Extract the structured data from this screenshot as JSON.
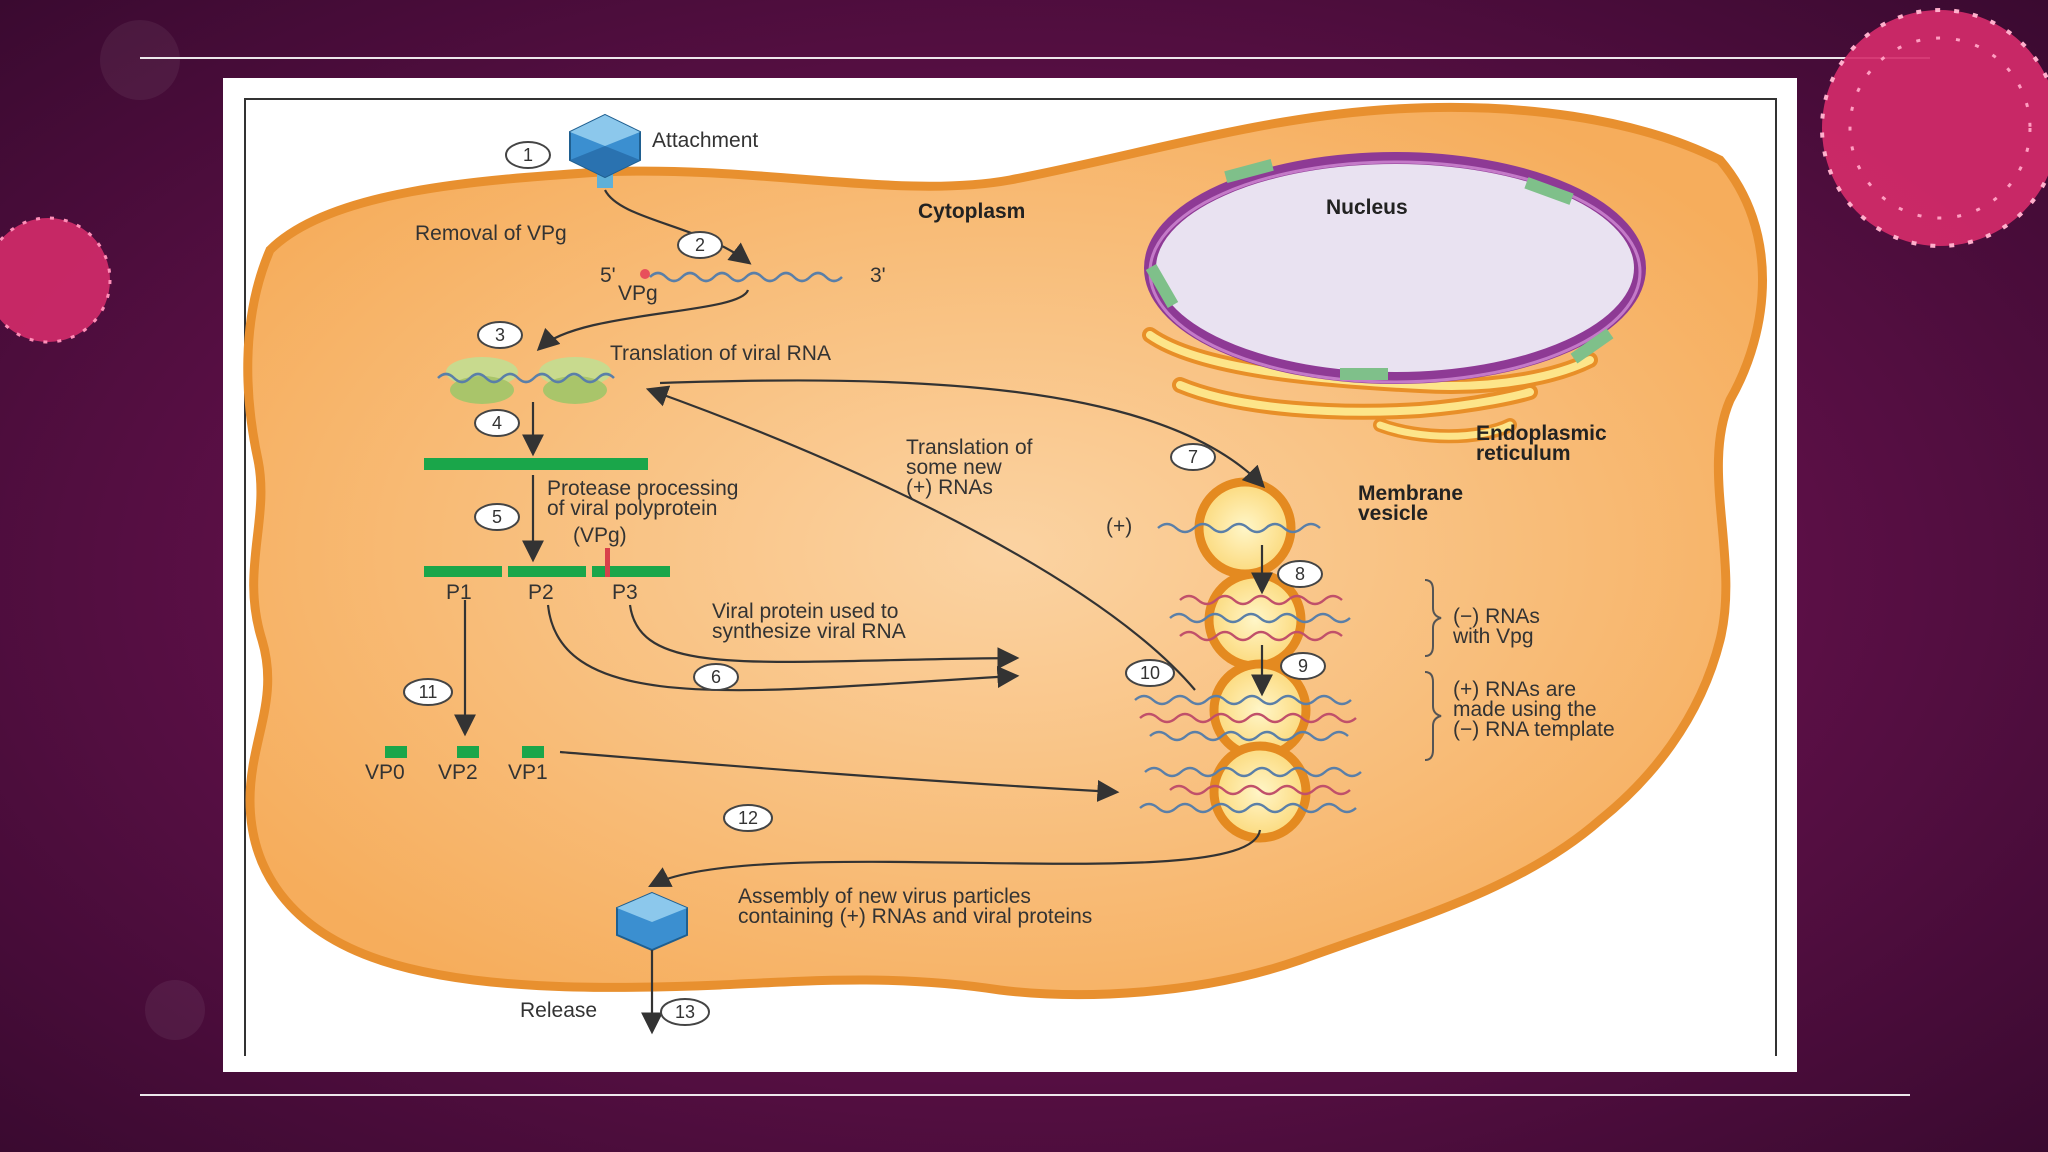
{
  "labels": {
    "attachment": "Attachment",
    "removal": "Removal of VPg",
    "five": "5'",
    "three": "3'",
    "vpg": "VPg",
    "translation": "Translation of viral RNA",
    "cytoplasm": "Cytoplasm",
    "nucleus": "Nucleus",
    "er_line1": "Endoplasmic",
    "er_line2": "reticulum",
    "membrane_line1": "Membrane",
    "membrane_line2": "vesicle",
    "protease_line1": "Protease processing",
    "protease_line2": "of viral polyprotein",
    "vpg_paren": "(VPg)",
    "p1": "P1",
    "p2": "P2",
    "p3": "P3",
    "newrna_line1": "Translation of",
    "newrna_line2": "some new",
    "newrna_line3": "(+) RNAs",
    "plus": "(+)",
    "viral_protein_line1": "Viral protein used to",
    "viral_protein_line2": "synthesize viral RNA",
    "neg_line1": "(−) RNAs",
    "neg_line2": "with Vpg",
    "pos_line1": "(+) RNAs are",
    "pos_line2": "made using the",
    "pos_line3": "(−) RNA template",
    "vp0": "VP0",
    "vp2": "VP2",
    "vp1": "VP1",
    "assembly_line1": "Assembly of new virus particles",
    "assembly_line2": "containing (+) RNAs and viral proteins",
    "release": "Release"
  },
  "steps": [
    "1",
    "2",
    "3",
    "4",
    "5",
    "6",
    "7",
    "8",
    "9",
    "10",
    "11",
    "12",
    "13"
  ],
  "colors": {
    "cell": "#f7b464",
    "cell_edge": "#e8902f",
    "nucleus_fill": "#e7e0f0",
    "nucleus_edge": "#8e3a95",
    "pore": "#7fc08a",
    "protein": "#1aa64a",
    "ribosome": "#b7d07a",
    "virus": "#3b8fd0",
    "vesicle_fill": "#fde59a",
    "vesicle_edge": "#e48a20"
  }
}
